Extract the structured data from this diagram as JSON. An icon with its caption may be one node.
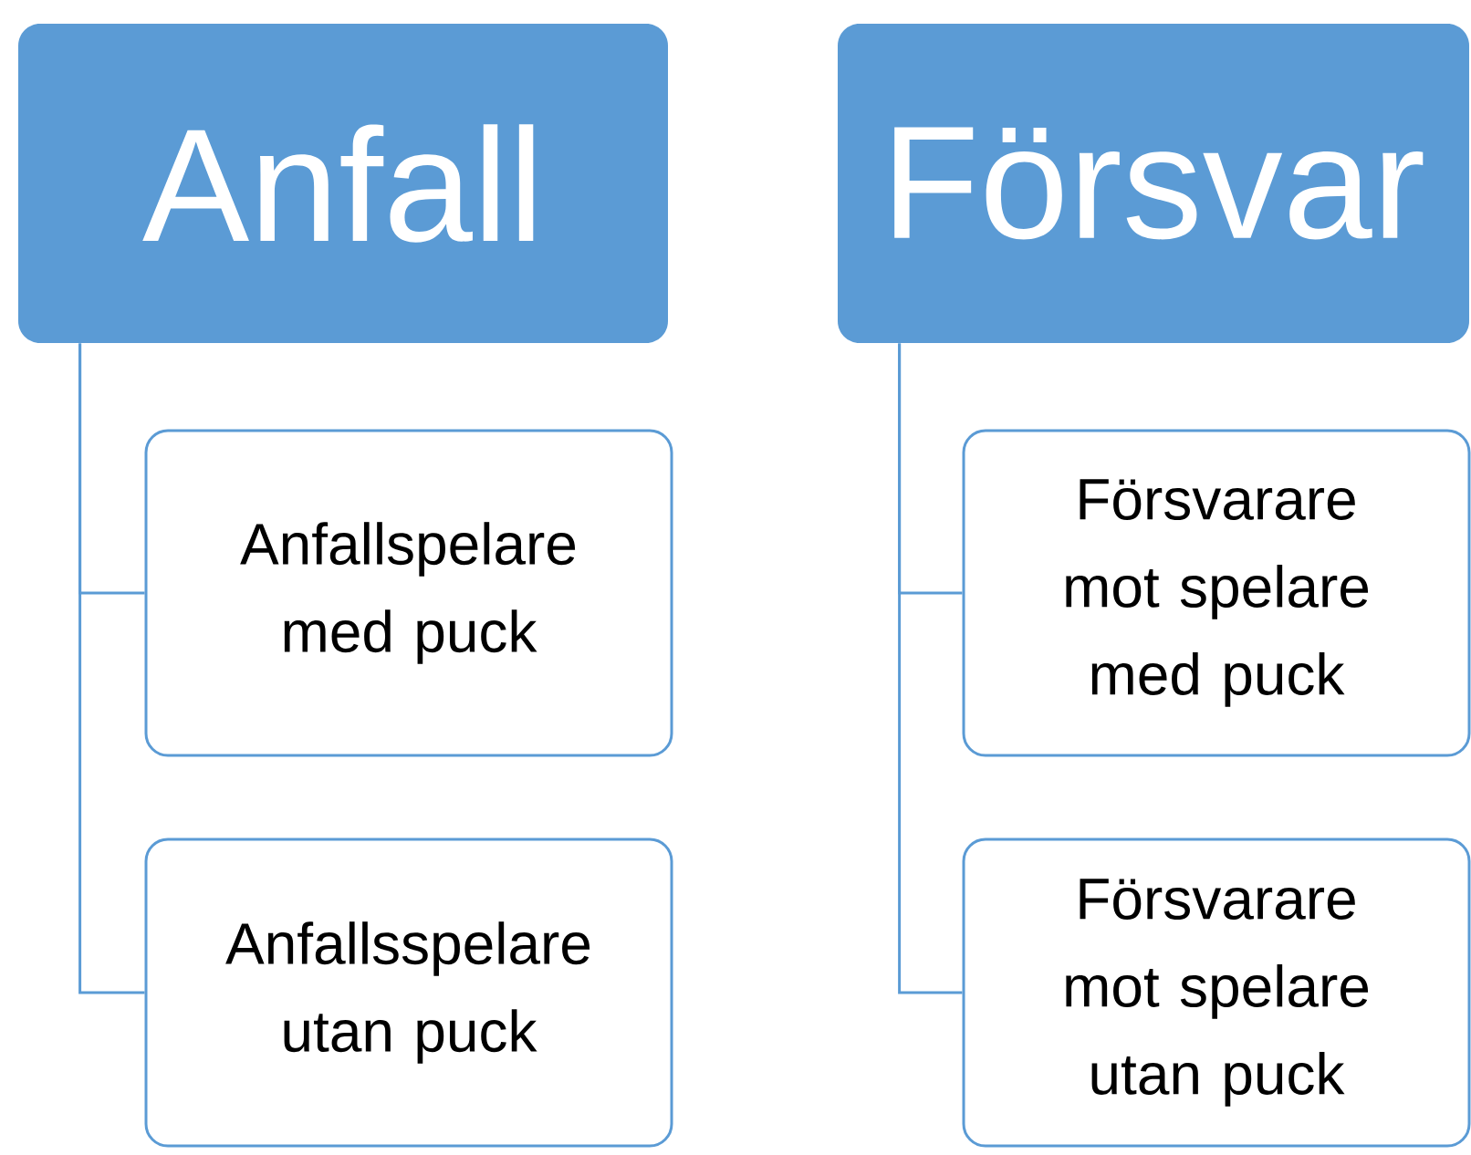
{
  "diagram": {
    "nodes": [
      {
        "text": [
          "Anfall"
        ]
      },
      {
        "text": [
          "Anfallspelare med puck"
        ]
      },
      {
        "text": [
          "Anfallsspelare utan puck"
        ]
      },
      {
        "text": [
          "Försvar"
        ]
      },
      {
        "text": [
          "Försvarare mot spelare med puck"
        ]
      },
      {
        "text": [
          "Försvarare mot spelare utan puck"
        ]
      }
    ],
    "edges": [
      {
        "from": 0,
        "to": 1,
        "arrow": "none"
      },
      {
        "from": 0,
        "to": 2,
        "arrow": "none"
      },
      {
        "from": 3,
        "to": 4,
        "arrow": "none"
      },
      {
        "from": 3,
        "to": 5,
        "arrow": "none"
      }
    ]
  }
}
